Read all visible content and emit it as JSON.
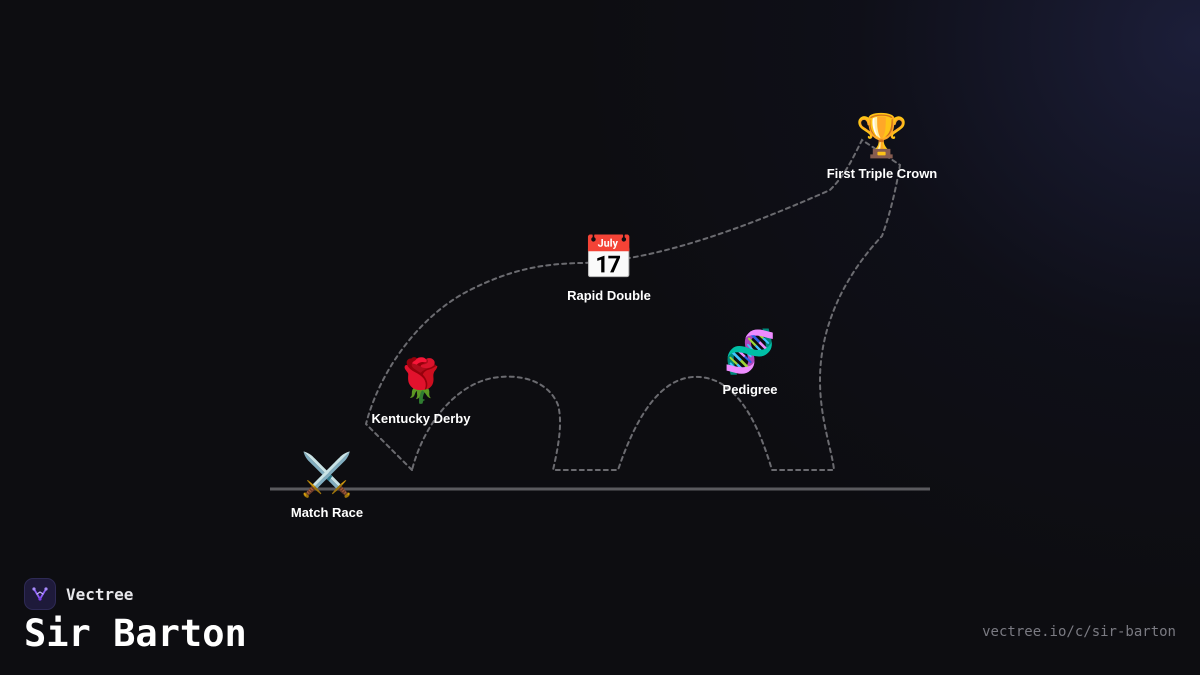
{
  "brand": {
    "name": "Vectree",
    "logo_icon": "branch-icon",
    "accent": "#8b5cf6"
  },
  "page": {
    "title": "Sir Barton",
    "url": "vectree.io/c/sir-barton"
  },
  "milestones": [
    {
      "id": "match-race",
      "label": "Match Race",
      "icon": "⚔️",
      "icon_name": "crossed-swords-icon"
    },
    {
      "id": "kentucky-derby",
      "label": "Kentucky Derby",
      "icon": "🌹",
      "icon_name": "rose-icon"
    },
    {
      "id": "rapid-double",
      "label": "Rapid Double",
      "icon": "📅",
      "icon_name": "calendar-icon"
    },
    {
      "id": "pedigree",
      "label": "Pedigree",
      "icon": "🧬",
      "icon_name": "dna-icon"
    },
    {
      "id": "first-triple-crown",
      "label": "First Triple Crown",
      "icon": "🏆",
      "icon_name": "trophy-icon"
    }
  ],
  "colors": {
    "background": "#0d0d11",
    "baseline": "#5a5a5e",
    "dashed_path": "#6b6b70",
    "label": "#ffffff",
    "url": "#7a7a82"
  }
}
